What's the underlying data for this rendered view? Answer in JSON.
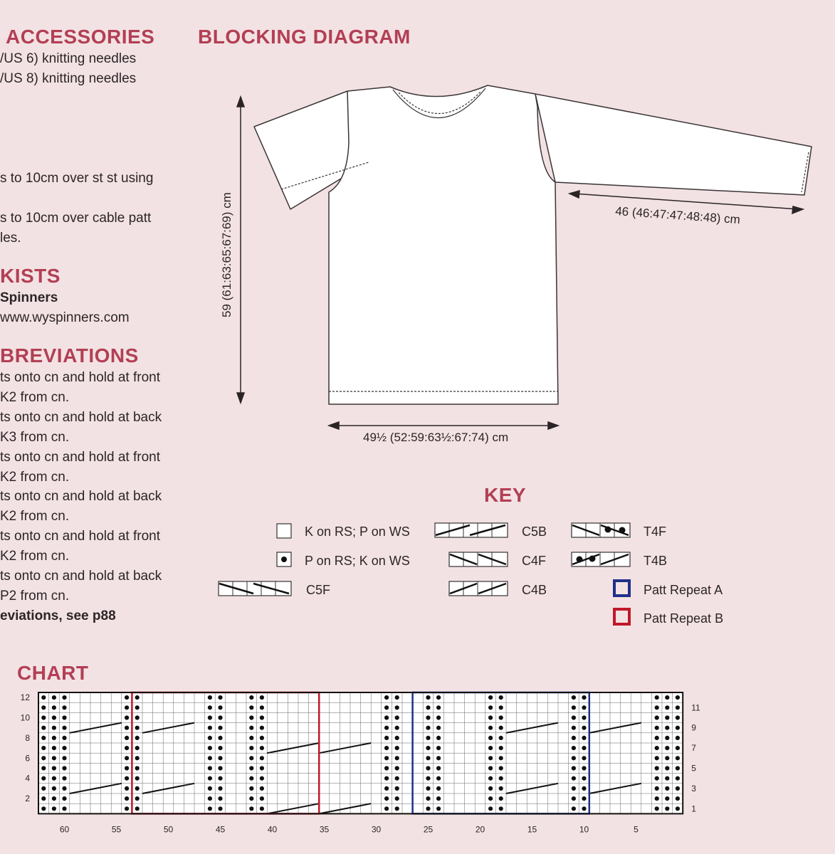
{
  "accessories": {
    "heading": "ACCESSORIES",
    "lines": [
      "/US 6) knitting needles",
      "/US 8) knitting needles"
    ]
  },
  "tension": {
    "lines": [
      "s to 10cm over st st using",
      "s to 10cm over cable patt",
      "les."
    ]
  },
  "kits": {
    "heading": "KISTS",
    "supplier": "Spinners",
    "url": "www.wyspinners.com"
  },
  "abbreviations": {
    "heading": "BREVIATIONS",
    "lines": [
      "ts onto cn and hold at front",
      " K2 from cn.",
      "ts onto cn and hold at back",
      " K3 from cn.",
      "ts onto cn and hold at front",
      " K2 from cn.",
      "ts onto cn and hold at back",
      " K2 from cn.",
      "ts onto cn and hold at front",
      " K2 from cn.",
      "ts onto cn and hold at back",
      " P2 from cn."
    ],
    "footer": "eviations, see p88"
  },
  "blocking": {
    "heading": "BLOCKING DIAGRAM",
    "length_label": "59 (61:63:65:67:69) cm",
    "sleeve_label": "46 (46:47:47:48:48) cm",
    "width_label": "49½ (52:59:63½:67:74) cm"
  },
  "key": {
    "heading": "KEY",
    "items": [
      "K on RS; P on WS",
      "P on RS; K on WS",
      "C5F",
      "C5B",
      "C4F",
      "C4B",
      "T4F",
      "T4B",
      "Patt Repeat A",
      "Patt Repeat B"
    ]
  },
  "chart": {
    "heading": "CHART",
    "stitches": 62,
    "rows": 12,
    "left_row_labels": [
      "12",
      "10",
      "8",
      "6",
      "4",
      "2"
    ],
    "right_row_labels": [
      "11",
      "9",
      "7",
      "5",
      "3",
      "1"
    ],
    "bottom_labels": [
      "60",
      "55",
      "50",
      "45",
      "40",
      "35",
      "30",
      "25",
      "20",
      "15",
      "10",
      "5"
    ],
    "repeat_a": {
      "from_stitch": 10,
      "to_stitch": 26,
      "color": "#1f2f8a"
    },
    "repeat_b": {
      "from_stitch": 36,
      "to_stitch": 53,
      "color": "#c0182a"
    }
  },
  "colors": {
    "heading": "#b23f55",
    "background": "#f3e2e3"
  }
}
